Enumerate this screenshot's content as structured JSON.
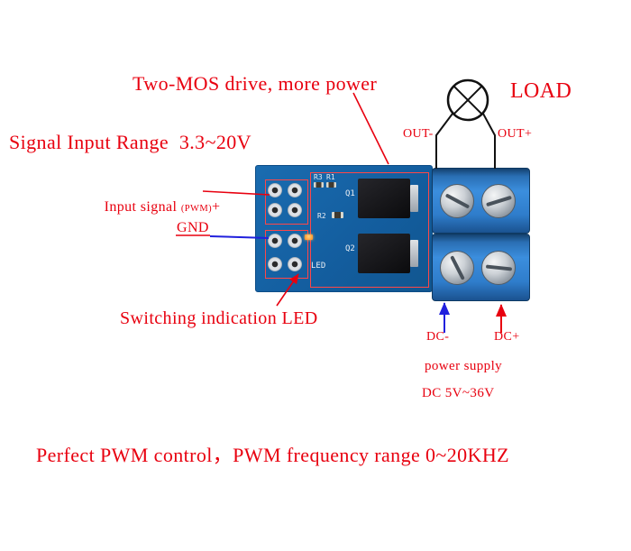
{
  "colors": {
    "annotation_red": "#e8000f",
    "annotation_blue": "#2020dd",
    "board_blue": "#15639f",
    "terminal_blue": "#3b8ede",
    "line_black": "#111111"
  },
  "annotations": {
    "top_label": "Two-MOS drive, more power",
    "load": "LOAD",
    "signal_range": "Signal Input Range  3.3~20V",
    "input_signal": "Input signal ",
    "input_signal_pwm": "(PWM)",
    "input_signal_plus": "+",
    "gnd": "GND",
    "switching_led": "Switching indication LED",
    "out_minus": "OUT-",
    "out_plus": "OUT+",
    "dc_minus": "DC-",
    "dc_plus": "DC+",
    "power_supply": "power supply",
    "dc_range": "DC 5V~36V",
    "bottom_line": "Perfect PWM control，PWM frequency range 0~20KHZ"
  },
  "board_labels": {
    "r3": "R3",
    "r1": "R1",
    "q1": "Q1",
    "r2": "R2",
    "q2": "Q2",
    "led": "LED"
  }
}
